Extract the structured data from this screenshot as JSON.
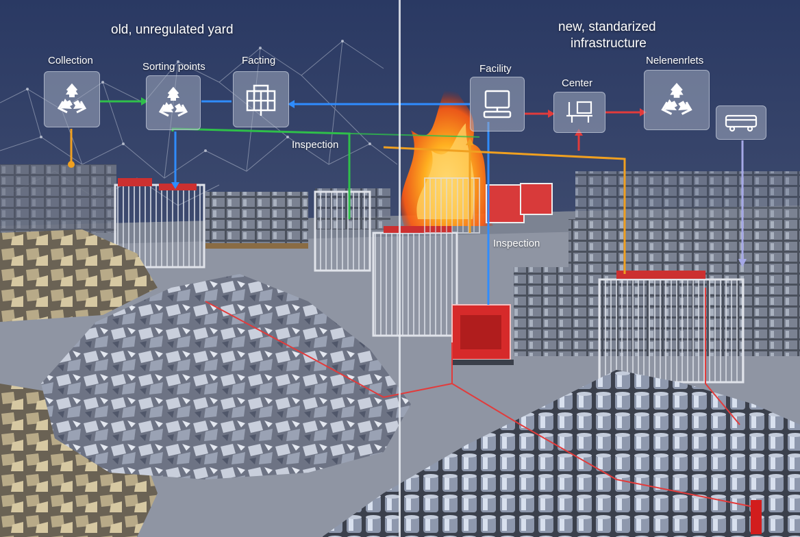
{
  "left_title": "old, unregulated yard",
  "right_title_line1": "new, standarized",
  "right_title_line2": "infrastructure",
  "labels": {
    "collection": "Collection",
    "sorting": "Sorting points",
    "facting": "Facting",
    "inspection_left": "Inspection",
    "facility": "Facility",
    "center": "Center",
    "reclaim": "Nelenenrlets",
    "inspection_right": "Inspection"
  },
  "icons": {
    "collection": "recycle-icon",
    "sorting": "recycle-icon",
    "facting": "building-icon",
    "facility": "computer-icon",
    "center": "workstation-icon",
    "reclaim": "recycle-icon",
    "transport": "bus-icon"
  },
  "colors": {
    "sky": "#2b3a63",
    "ground": "#8d93a0",
    "flow_green": "#2fbf4a",
    "flow_blue": "#2f8cff",
    "flow_red": "#e23b3b",
    "flow_orange": "#f0a020",
    "fire": "#ff7a1a"
  }
}
